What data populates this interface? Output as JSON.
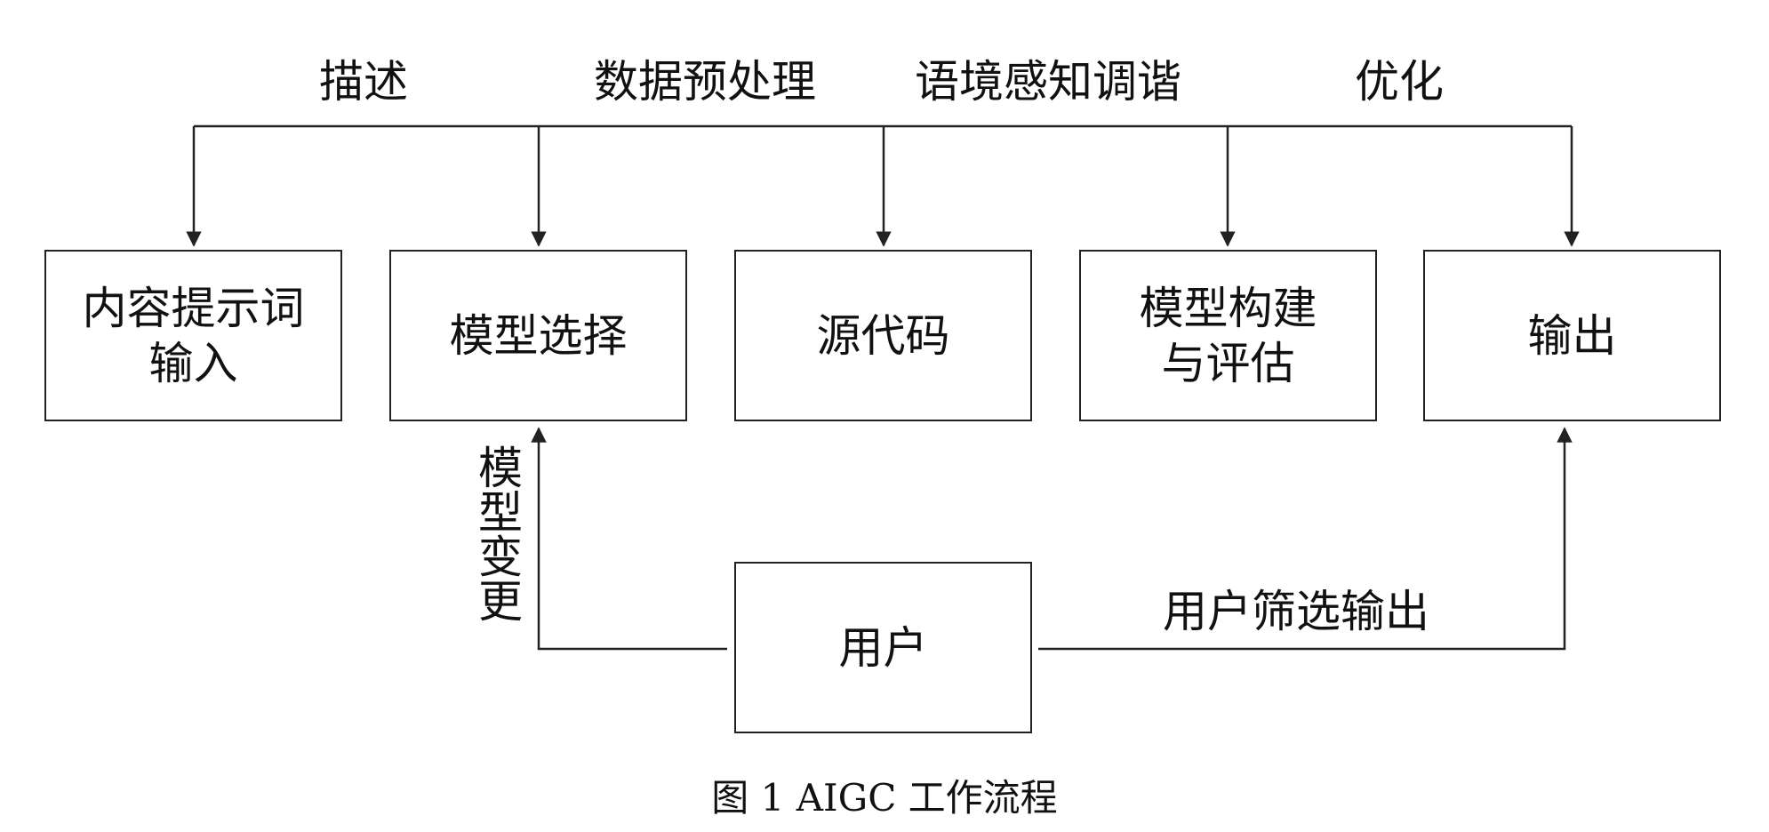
{
  "top_labels": {
    "describe": "描述",
    "preprocess": "数据预处理",
    "context_tuning": "语境感知调谐",
    "optimize": "优化"
  },
  "boxes": {
    "prompt_input": "内容提示词\n输入",
    "model_select": "模型选择",
    "source_code": "源代码",
    "model_build": "模型构建\n与评估",
    "output": "输出",
    "user": "用户"
  },
  "edge_labels": {
    "model_change": "模型变更",
    "user_filter": "用户筛选输出"
  },
  "caption": "图 1 AIGC 工作流程"
}
